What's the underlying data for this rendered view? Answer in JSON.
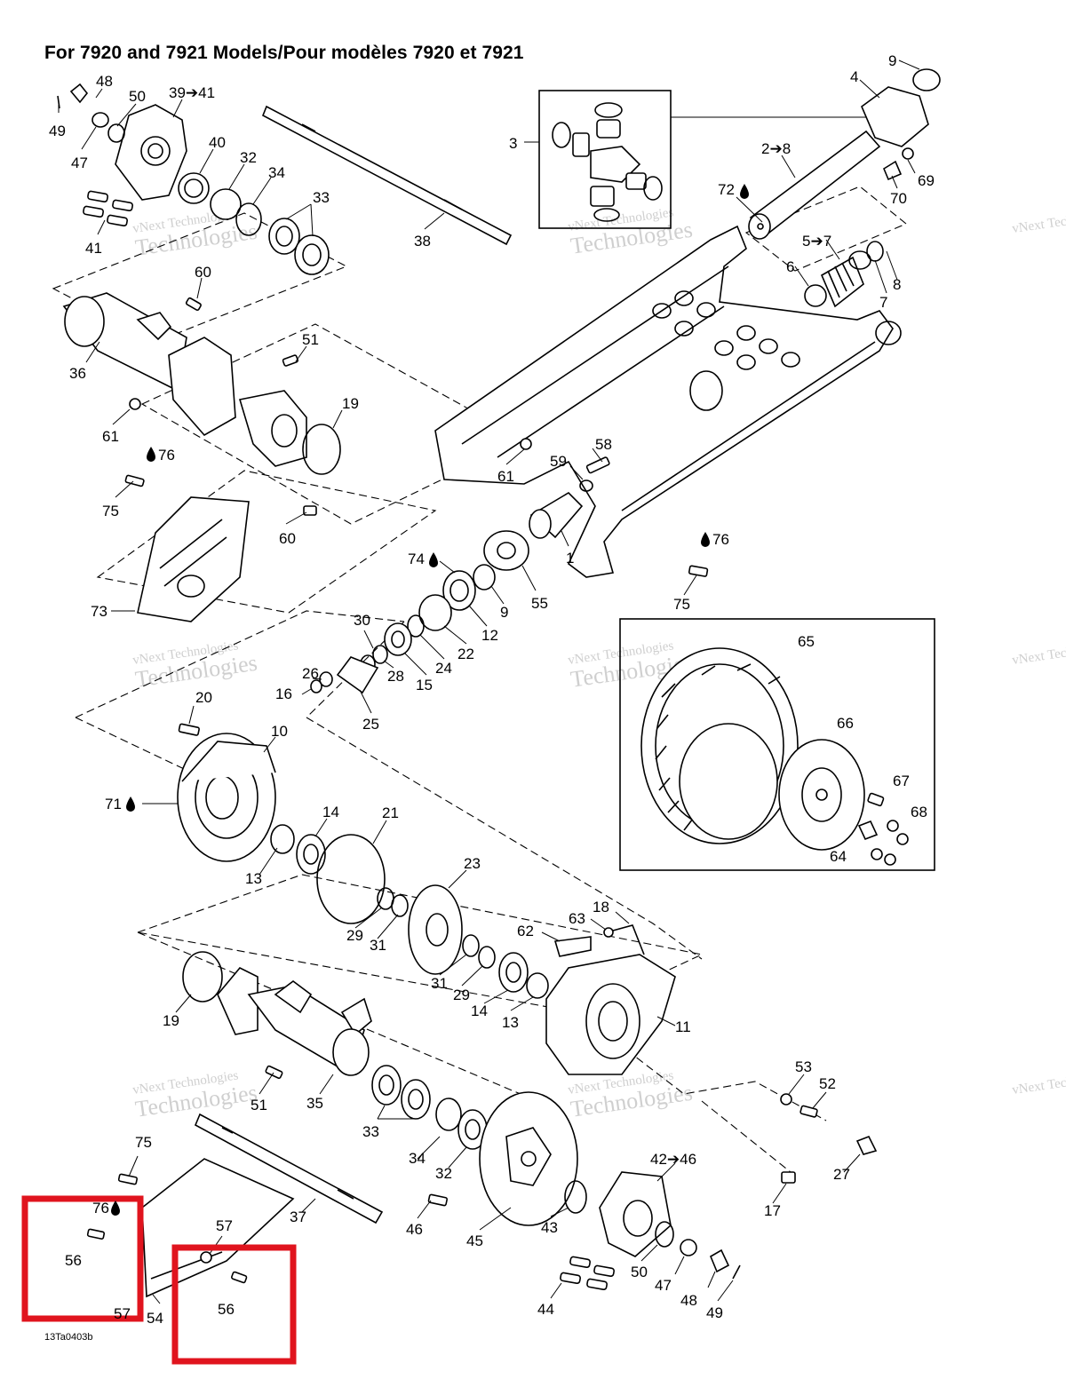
{
  "title": "For 7920 and 7921 Models/Pour modèles 7920 et 7921",
  "reference_code": "13Ta0403b",
  "watermark": {
    "line1": "vNext Technologies",
    "line2": "Technologies"
  },
  "lubricant_icon": "oil-drop-icon",
  "highlight_color": "#e0141e",
  "labels": {
    "l1": "1",
    "l2_8": "2➔8",
    "l3": "3",
    "l4": "4",
    "l5_7": "5➔7",
    "l6": "6",
    "l7": "7",
    "l8": "8",
    "l9": "9",
    "l9b": "9",
    "l10": "10",
    "l11": "11",
    "l12": "12",
    "l13a": "13",
    "l13b": "13",
    "l14a": "14",
    "l14b": "14",
    "l15": "15",
    "l16": "16",
    "l17": "17",
    "l18": "18",
    "l19a": "19",
    "l19b": "19",
    "l20": "20",
    "l21": "21",
    "l22": "22",
    "l23": "23",
    "l24": "24",
    "l25": "25",
    "l26": "26",
    "l27": "27",
    "l28": "28",
    "l29a": "29",
    "l29b": "29",
    "l30": "30",
    "l31a": "31",
    "l31b": "31",
    "l32a": "32",
    "l32b": "32",
    "l33a": "33",
    "l33b": "33",
    "l34a": "34",
    "l34b": "34",
    "l35": "35",
    "l36": "36",
    "l37": "37",
    "l38": "38",
    "l39_41": "39➔41",
    "l40": "40",
    "l41": "41",
    "l42_46": "42➔46",
    "l43": "43",
    "l44": "44",
    "l45": "45",
    "l46": "46",
    "l47a": "47",
    "l47b": "47",
    "l48a": "48",
    "l48b": "48",
    "l49a": "49",
    "l49b": "49",
    "l50a": "50",
    "l50b": "50",
    "l51a": "51",
    "l51b": "51",
    "l52": "52",
    "l53": "53",
    "l54": "54",
    "l55": "55",
    "l56a": "56",
    "l56b": "56",
    "l57a": "57",
    "l57b": "57",
    "l58": "58",
    "l59": "59",
    "l60a": "60",
    "l60b": "60",
    "l61a": "61",
    "l61b": "61",
    "l62": "62",
    "l63": "63",
    "l64": "64",
    "l65": "65",
    "l66": "66",
    "l67": "67",
    "l68": "68",
    "l69": "69",
    "l70": "70",
    "l71": "71",
    "l72": "72",
    "l73": "73",
    "l74": "74",
    "l75a": "75",
    "l75b": "75",
    "l75c": "75",
    "l76a": "76",
    "l76b": "76",
    "l76c": "76"
  }
}
